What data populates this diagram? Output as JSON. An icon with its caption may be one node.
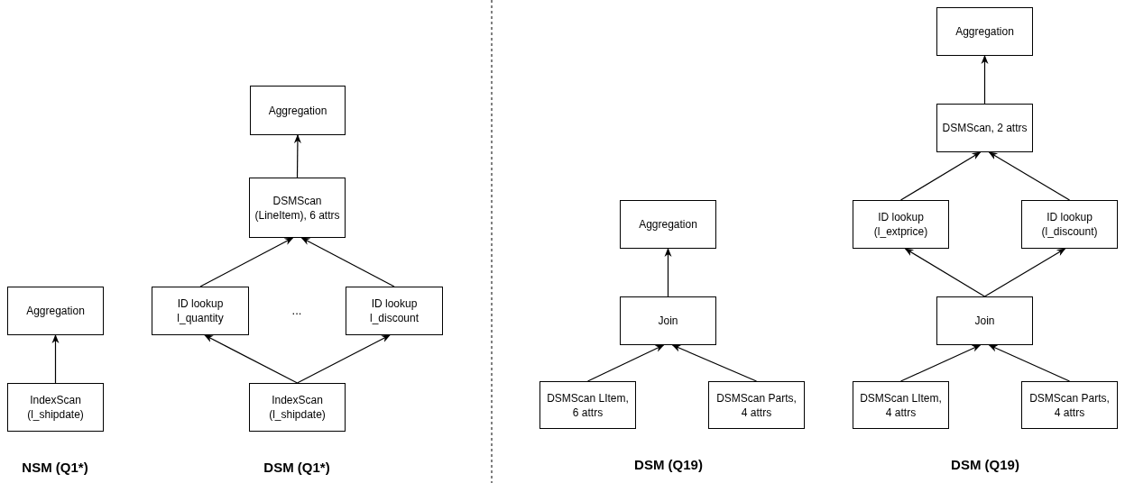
{
  "diagram": {
    "nodes": [
      {
        "text": [
          "Aggregation"
        ]
      },
      {
        "text": [
          "IndexScan (l_shipdate)"
        ]
      },
      {
        "text": [
          "Aggregation"
        ]
      },
      {
        "text": [
          "DSMScan (LineItem), 6 attrs"
        ]
      },
      {
        "text": [
          "ID lookup l_quantity"
        ]
      },
      {
        "text": [
          "ID lookup l_discount"
        ]
      },
      {
        "text": [
          "IndexScan (l_shipdate)"
        ]
      },
      {
        "text": [
          "Aggregation"
        ]
      },
      {
        "text": [
          "Join"
        ]
      },
      {
        "text": [
          "DSMScan LItem, 6 attrs"
        ]
      },
      {
        "text": [
          "DSMScan Parts, 4 attrs"
        ]
      },
      {
        "text": [
          "Aggregation"
        ]
      },
      {
        "text": [
          "DSMScan, 2 attrs"
        ]
      },
      {
        "text": [
          "ID lookup (l_extprice)"
        ]
      },
      {
        "text": [
          "ID lookup (l_discount)"
        ]
      },
      {
        "text": [
          "Join"
        ]
      },
      {
        "text": [
          "DSMScan LItem, 4 attrs"
        ]
      },
      {
        "text": [
          "DSMScan Parts, 4 attrs"
        ]
      }
    ],
    "edges": [
      {
        "from": 1,
        "to": 0,
        "arrow": "to"
      },
      {
        "from": 3,
        "to": 2,
        "arrow": "to"
      },
      {
        "from": 4,
        "to": 3,
        "arrow": "to"
      },
      {
        "from": 5,
        "to": 3,
        "arrow": "to"
      },
      {
        "from": 6,
        "to": 4,
        "arrow": "to"
      },
      {
        "from": 6,
        "to": 5,
        "arrow": "to"
      },
      {
        "from": 8,
        "to": 7,
        "arrow": "to"
      },
      {
        "from": 9,
        "to": 8,
        "arrow": "to"
      },
      {
        "from": 10,
        "to": 8,
        "arrow": "to"
      },
      {
        "from": 12,
        "to": 11,
        "arrow": "to"
      },
      {
        "from": 13,
        "to": 12,
        "arrow": "to"
      },
      {
        "from": 14,
        "to": 12,
        "arrow": "to"
      },
      {
        "from": 15,
        "to": 13,
        "arrow": "to"
      },
      {
        "from": 15,
        "to": 14,
        "arrow": "to"
      },
      {
        "from": 16,
        "to": 15,
        "arrow": "to"
      },
      {
        "from": 17,
        "to": 15,
        "arrow": "to"
      }
    ],
    "labels": [
      "...",
      "NSM (Q1*)",
      "DSM (Q1*)",
      "DSM (Q19)",
      "DSM (Q19)"
    ]
  }
}
